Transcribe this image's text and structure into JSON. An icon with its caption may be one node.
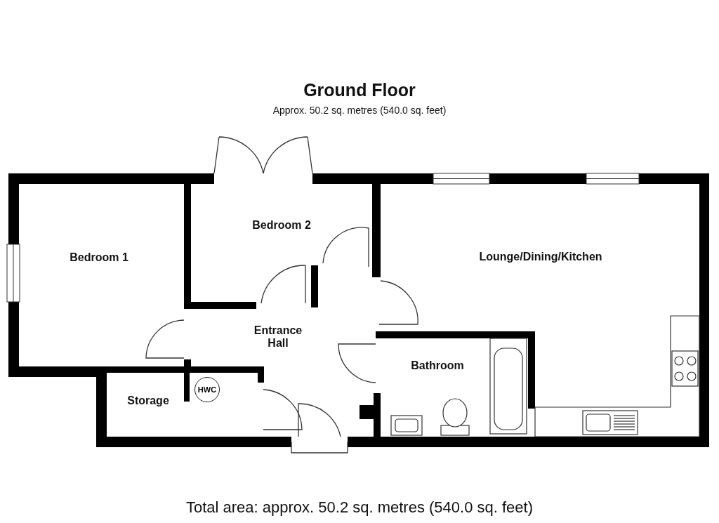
{
  "diagram": {
    "title": "Ground Floor",
    "caption": "Total area: approx. 50.2 sq. metres (540.0 sq. feet)",
    "nodes": [
      {
        "text": [
          "Bedroom 1"
        ]
      },
      {
        "text": [
          "Bedroom 2"
        ]
      },
      {
        "text": [
          "Lounge/Dining/Kitchen"
        ]
      },
      {
        "text": [
          "Entrance Hall"
        ]
      },
      {
        "text": [
          "Bathroom"
        ]
      },
      {
        "text": [
          "Storage"
        ]
      },
      {
        "text": [
          "HWC"
        ],
        "in": 5
      }
    ],
    "edges": [],
    "labels": [
      "Approx. 50.2 sq. metres (540.0 sq. feet)"
    ]
  }
}
